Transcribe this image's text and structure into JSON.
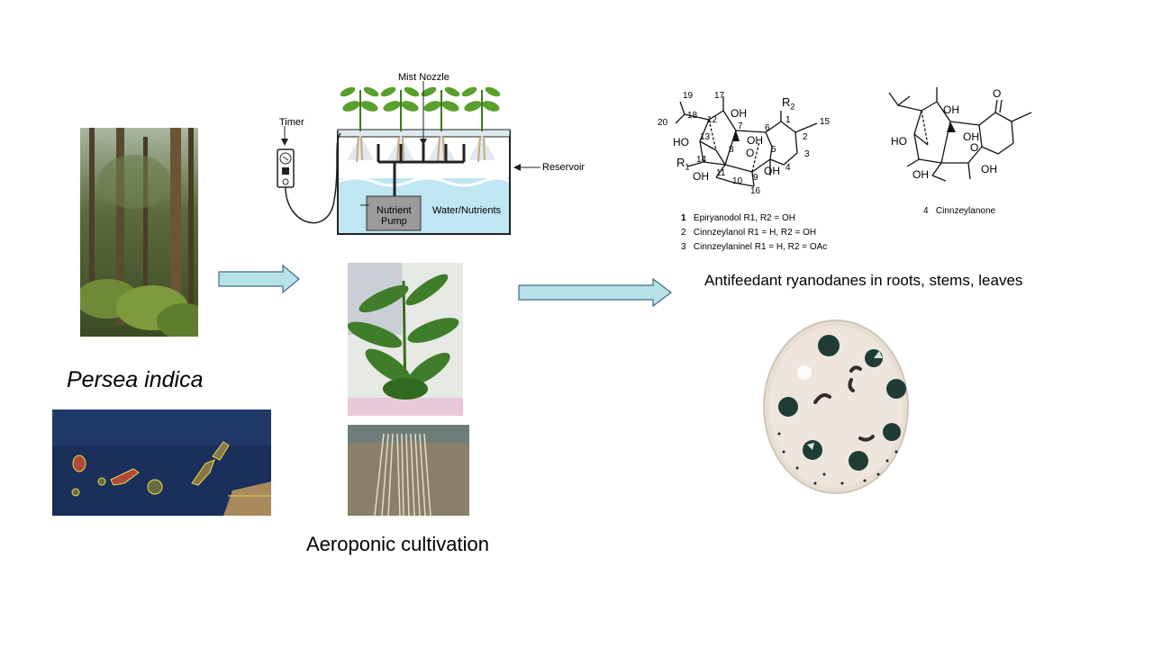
{
  "species_label": "Persea indica",
  "cultivation_label": "Aeroponic cultivation",
  "result_label": "Antifeedant ryanodanes in roots, stems, leaves",
  "aeroponic_diagram": {
    "mist_nozzle": "Mist Nozzle",
    "timer": "Timer",
    "reservoir": "Reservoir",
    "pump_line1": "Nutrient",
    "pump_line2": "Pump",
    "water_nutrients": "Water/Nutrients"
  },
  "compounds": [
    {
      "num": "1",
      "text": "Epiryanodol R1, R2 = OH"
    },
    {
      "num": "2",
      "text": "Cinnzeylanol R1 = H, R2 = OH"
    },
    {
      "num": "3",
      "text": "Cinnzeylaninel R1 = H, R2 = OAc"
    },
    {
      "num": "4",
      "text": "Cinnzeylanone"
    }
  ],
  "structure_labels": {
    "r2": "R",
    "r2_sub": "2",
    "r1": "R",
    "r1_sub": "1",
    "ho_a": "HO",
    "oh_a": "OH",
    "oh_b": "OH",
    "oh_c": "OH",
    "oh_d": "OH",
    "o_a": "O",
    "n19": "19",
    "n20": "20",
    "n18": "18",
    "n17": "17",
    "n12": "12",
    "n7": "7",
    "n6": "6",
    "n1": "1",
    "n2": "2",
    "n15": "15",
    "n13": "13",
    "n8": "8",
    "n5": "5",
    "n3": "3",
    "n14": "14",
    "n4": "4",
    "n11": "11",
    "n9": "9",
    "n10": "10",
    "n16": "16",
    "ho_b": "HO",
    "oh_e": "OH",
    "oh_f": "OH",
    "oh_g": "OH",
    "oh_h": "OH",
    "o_b": "O",
    "o_c": "O"
  }
}
